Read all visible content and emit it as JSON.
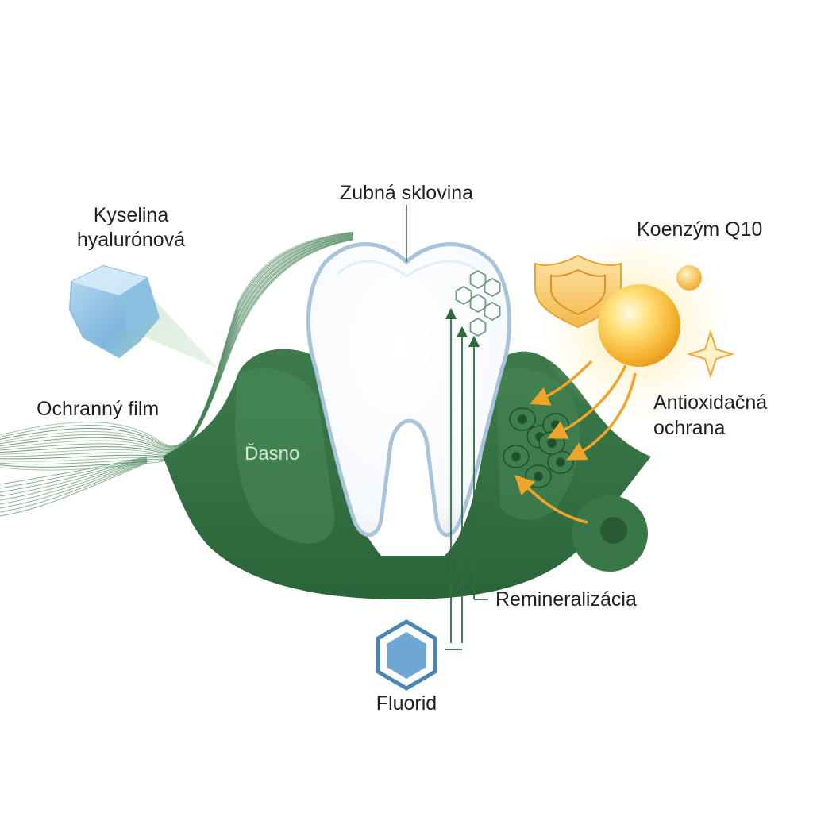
{
  "labels": {
    "enamel": "Zubná sklovina",
    "hyaluronic_line1": "Kyselina",
    "hyaluronic_line2": "hyalurónová",
    "film": "Ochranný film",
    "gum": "Ďasno",
    "q10": "Koenzým Q10",
    "antioxidant_line1": "Antioxidačná",
    "antioxidant_line2": "ochrana",
    "remineralization": "Remineralizácia",
    "fluoride": "Fluorid"
  },
  "colors": {
    "gum_dark": "#2a6a3d",
    "gum_mid": "#3f7e4c",
    "gum_light": "#5b9667",
    "tooth_outline": "#a9c4da",
    "fluoride_blue": "#4a86b4",
    "gold": "#f2b233",
    "film_line": "#3a7a4a"
  },
  "icons": [
    "hyaluronic-crystal-icon",
    "shield-icon",
    "q10-sphere-icon",
    "sparkle-icon",
    "fluoride-hexagon-icon",
    "cell-icon"
  ]
}
